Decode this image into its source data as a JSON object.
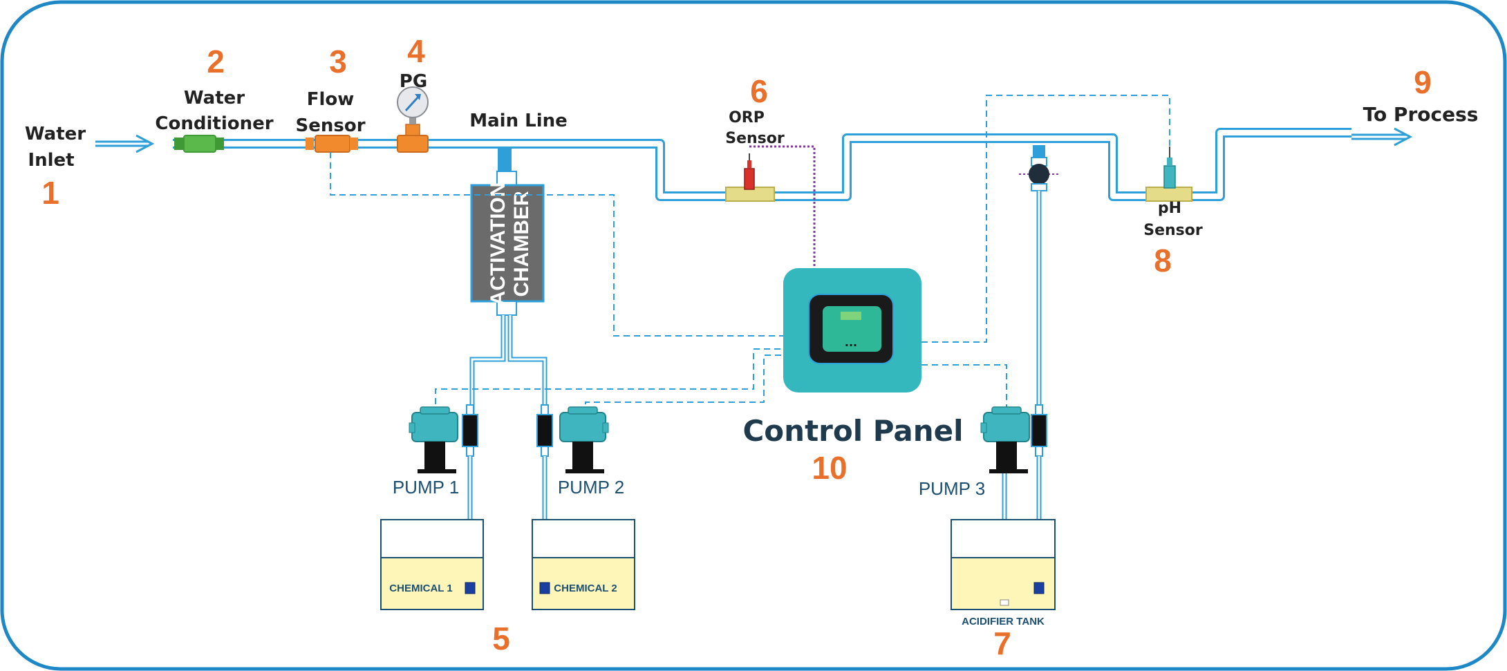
{
  "labels": {
    "water_inlet_line1": "Water",
    "water_inlet_line2": "Inlet",
    "water_conditioner_line1": "Water",
    "water_conditioner_line2": "Conditioner",
    "flow_sensor_line1": "Flow",
    "flow_sensor_line2": "Sensor",
    "pressure_gauge": "PG",
    "main_line": "Main Line",
    "orp_sensor_line1": "ORP",
    "orp_sensor_line2": "Sensor",
    "ph_sensor_line1": "pH",
    "ph_sensor_line2": "Sensor",
    "to_process": "To Process",
    "activation_chamber_line1": "ACTIVATION",
    "activation_chamber_line2": "CHAMBER",
    "control_panel": "Control Panel",
    "pump1": "PUMP 1",
    "pump2": "PUMP 2",
    "pump3": "PUMP 3",
    "chemical1": "CHEMICAL 1",
    "chemical2": "CHEMICAL 2",
    "acidifier_tank": "ACIDIFIER TANK",
    "panel_display_dots": "..."
  },
  "numbers": {
    "water_inlet": "1",
    "water_conditioner": "2",
    "flow_sensor": "3",
    "pressure_gauge": "4",
    "chemical_tanks": "5",
    "orp_sensor": "6",
    "acidifier_tank": "7",
    "ph_sensor": "8",
    "to_process": "9",
    "control_panel": "10"
  },
  "colors": {
    "frame": "#1e88c7",
    "pipe": "#2e9fd8",
    "number": "#e8702a",
    "conditioner": "#5bb84a",
    "flow_sensor": "#f08a2c",
    "pump": "#3fb6bf",
    "control_panel": "#34b7bd",
    "chamber": "#6b6b6b",
    "tank_liquid": "#fdf6b8",
    "orp_probe": "#d9322b",
    "ph_probe": "#3fb6bf"
  }
}
